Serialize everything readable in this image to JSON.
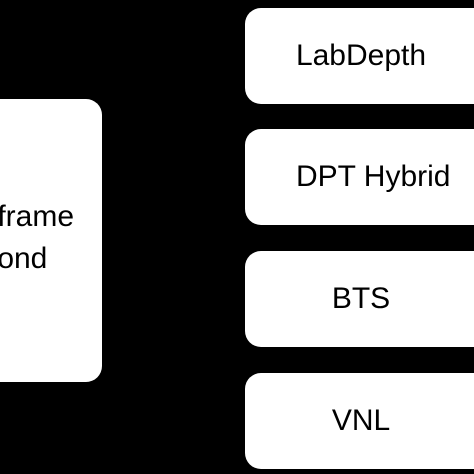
{
  "left_block": {
    "line1": "frame",
    "line2": "ond"
  },
  "models": [
    {
      "label": "LabDepth"
    },
    {
      "label": "DPT Hybrid"
    },
    {
      "label": "BTS"
    },
    {
      "label": "VNL"
    }
  ],
  "colors": {
    "background": "#000000",
    "box_fill": "#ffffff",
    "text": "#000000"
  }
}
